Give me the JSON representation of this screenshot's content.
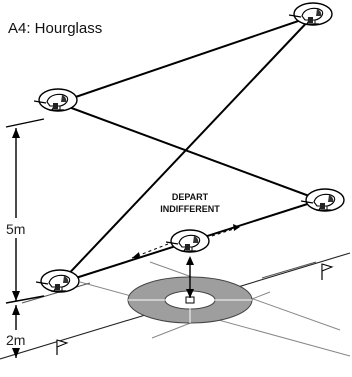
{
  "title": "A4: Hourglass",
  "depart_label_line1": "DEPART",
  "depart_label_line2": "INDIFFERENT",
  "dimension_upper": "5m",
  "dimension_lower": "2m",
  "icons": [
    "helicopter-icon",
    "flag-icon",
    "landing-pad-icon"
  ]
}
